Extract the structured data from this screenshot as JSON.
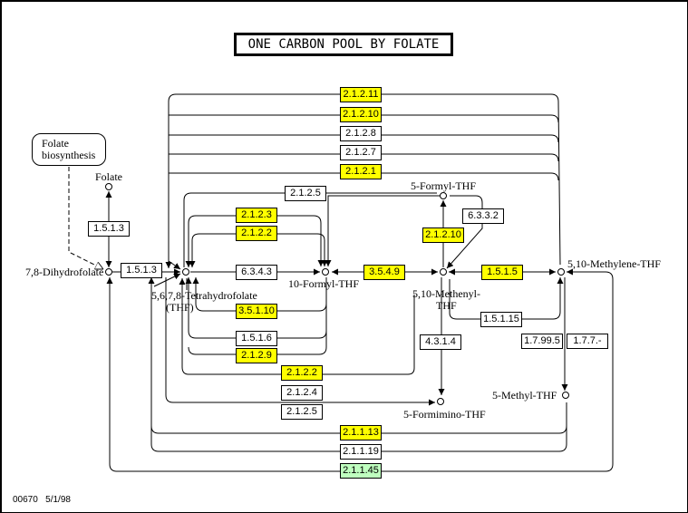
{
  "title": "ONE CARBON POOL BY FOLATE",
  "footer": {
    "map_id": "00670",
    "date": "5/1/98"
  },
  "map_links": [
    {
      "label_line1": "Folate",
      "label_line2": "biosynthesis"
    }
  ],
  "compounds": {
    "folate": "Folate",
    "dihydrofolate": "7,8-Dihydrofolate",
    "thf_line1": "5,6,7,8-Tetrahydrofolate",
    "thf_line2": "(THF)",
    "formyl10": "10-Formyl-THF",
    "formyl5": "5-Formyl-THF",
    "methenyl_line1": "5,10-Methenyl-",
    "methenyl_line2": "THF",
    "methylene": "5,10-Methylene-THF",
    "methyl5": "5-Methyl-THF",
    "formimino5": "5-Formimino-THF"
  },
  "colors": {
    "present": "#ffff00",
    "absent": "#ffffff",
    "highlight": "#bfffbf",
    "line": "#000000"
  },
  "enzymes": [
    {
      "id": "e01",
      "label": "2.1.2.11",
      "status": "present"
    },
    {
      "id": "e02",
      "label": "2.1.2.10",
      "status": "present"
    },
    {
      "id": "e03",
      "label": "2.1.2.8",
      "status": "absent"
    },
    {
      "id": "e04",
      "label": "2.1.2.7",
      "status": "absent"
    },
    {
      "id": "e05",
      "label": "2.1.2.1",
      "status": "present"
    },
    {
      "id": "e06",
      "label": "2.1.2.5",
      "status": "absent"
    },
    {
      "id": "e07",
      "label": "6.3.3.2",
      "status": "absent"
    },
    {
      "id": "e08",
      "label": "2.1.2.3",
      "status": "present"
    },
    {
      "id": "e09",
      "label": "2.1.2.2",
      "status": "present"
    },
    {
      "id": "e10",
      "label": "2.1.2.10",
      "status": "present"
    },
    {
      "id": "e11",
      "label": "1.5.1.3",
      "status": "absent"
    },
    {
      "id": "e12",
      "label": "1.5.1.3",
      "status": "absent"
    },
    {
      "id": "e13",
      "label": "6.3.4.3",
      "status": "absent"
    },
    {
      "id": "e14",
      "label": "3.5.4.9",
      "status": "present"
    },
    {
      "id": "e15",
      "label": "1.5.1.5",
      "status": "present"
    },
    {
      "id": "e16",
      "label": "3.5.1.10",
      "status": "present"
    },
    {
      "id": "e17",
      "label": "1.5.1.15",
      "status": "absent"
    },
    {
      "id": "e18",
      "label": "1.5.1.6",
      "status": "absent"
    },
    {
      "id": "e19",
      "label": "4.3.1.4",
      "status": "absent"
    },
    {
      "id": "e20",
      "label": "1.7.99.5",
      "status": "absent"
    },
    {
      "id": "e21",
      "label": "1.7.7.-",
      "status": "absent"
    },
    {
      "id": "e22",
      "label": "2.1.2.9",
      "status": "present"
    },
    {
      "id": "e23",
      "label": "2.1.2.2",
      "status": "present"
    },
    {
      "id": "e24",
      "label": "2.1.2.4",
      "status": "absent"
    },
    {
      "id": "e25",
      "label": "2.1.2.5",
      "status": "absent"
    },
    {
      "id": "e26",
      "label": "2.1.1.13",
      "status": "present"
    },
    {
      "id": "e27",
      "label": "2.1.1.19",
      "status": "absent"
    },
    {
      "id": "e28",
      "label": "2.1.1.45",
      "status": "highlight"
    }
  ]
}
